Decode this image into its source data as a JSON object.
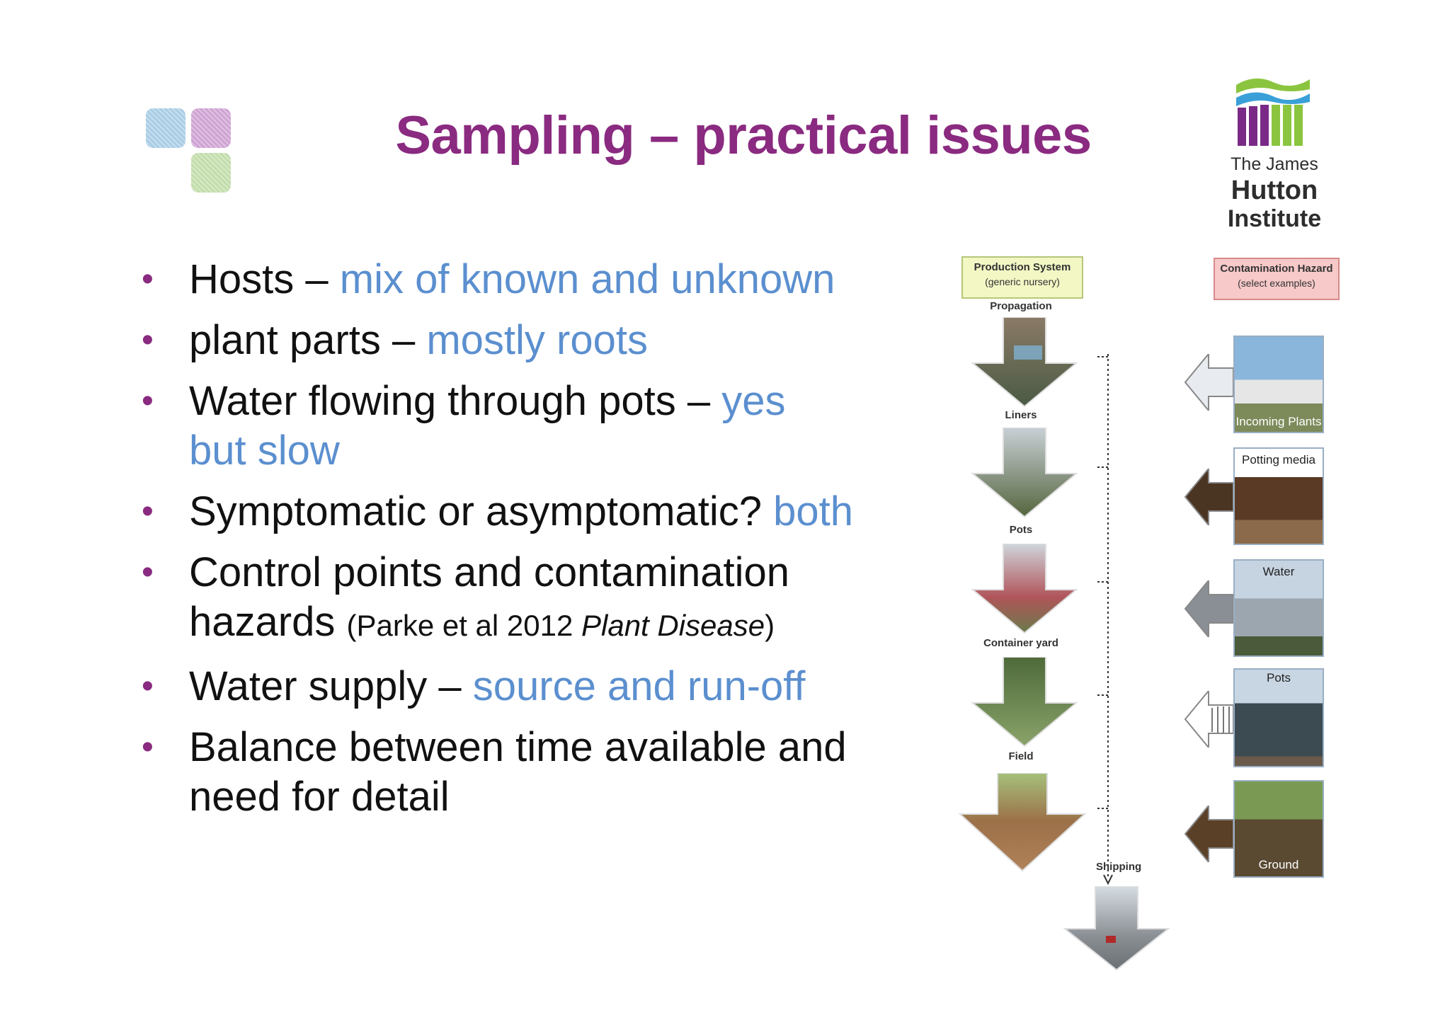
{
  "slide": {
    "title": "Sampling – practical issues"
  },
  "logo": {
    "org_line1": "The James",
    "org_line2": "Hutton",
    "org_line3": "Institute",
    "colors": {
      "green": "#8bc53f",
      "blue": "#3aa0d8",
      "purple": "#7a2a86"
    }
  },
  "bullets": [
    {
      "text": "Hosts – ",
      "highlight": "mix of known and unknown"
    },
    {
      "text": "plant parts – ",
      "highlight": "mostly roots"
    },
    {
      "text": "Water flowing through pots – ",
      "highlight": "yes but slow"
    },
    {
      "text": "Symptomatic or asymptomatic? ",
      "highlight": "both"
    },
    {
      "text": "Control points and contamination hazards ",
      "ref_open": "(Parke et al 2012 ",
      "ref_journal": "Plant Disease",
      "ref_close": ")"
    },
    {
      "text": "Water supply – ",
      "highlight": "source and run-off"
    },
    {
      "text": "Balance between time available and need for detail"
    }
  ],
  "diagram": {
    "production_header": {
      "line1": "Production System",
      "line2": "(generic nursery)"
    },
    "hazard_header": {
      "line1": "Contamination Hazard",
      "line2": "(select examples)"
    },
    "stages": [
      "Propagation",
      "Liners",
      "Pots",
      "Container yard",
      "Field"
    ],
    "shipping_label": "Shipping",
    "hazards": [
      "Incoming Plants",
      "Potting media",
      "Water",
      "Pots",
      "Ground"
    ]
  },
  "colors": {
    "title": "#8a2a80",
    "highlight": "#5b8fcf",
    "bullet_dot": "#8a2a80"
  }
}
